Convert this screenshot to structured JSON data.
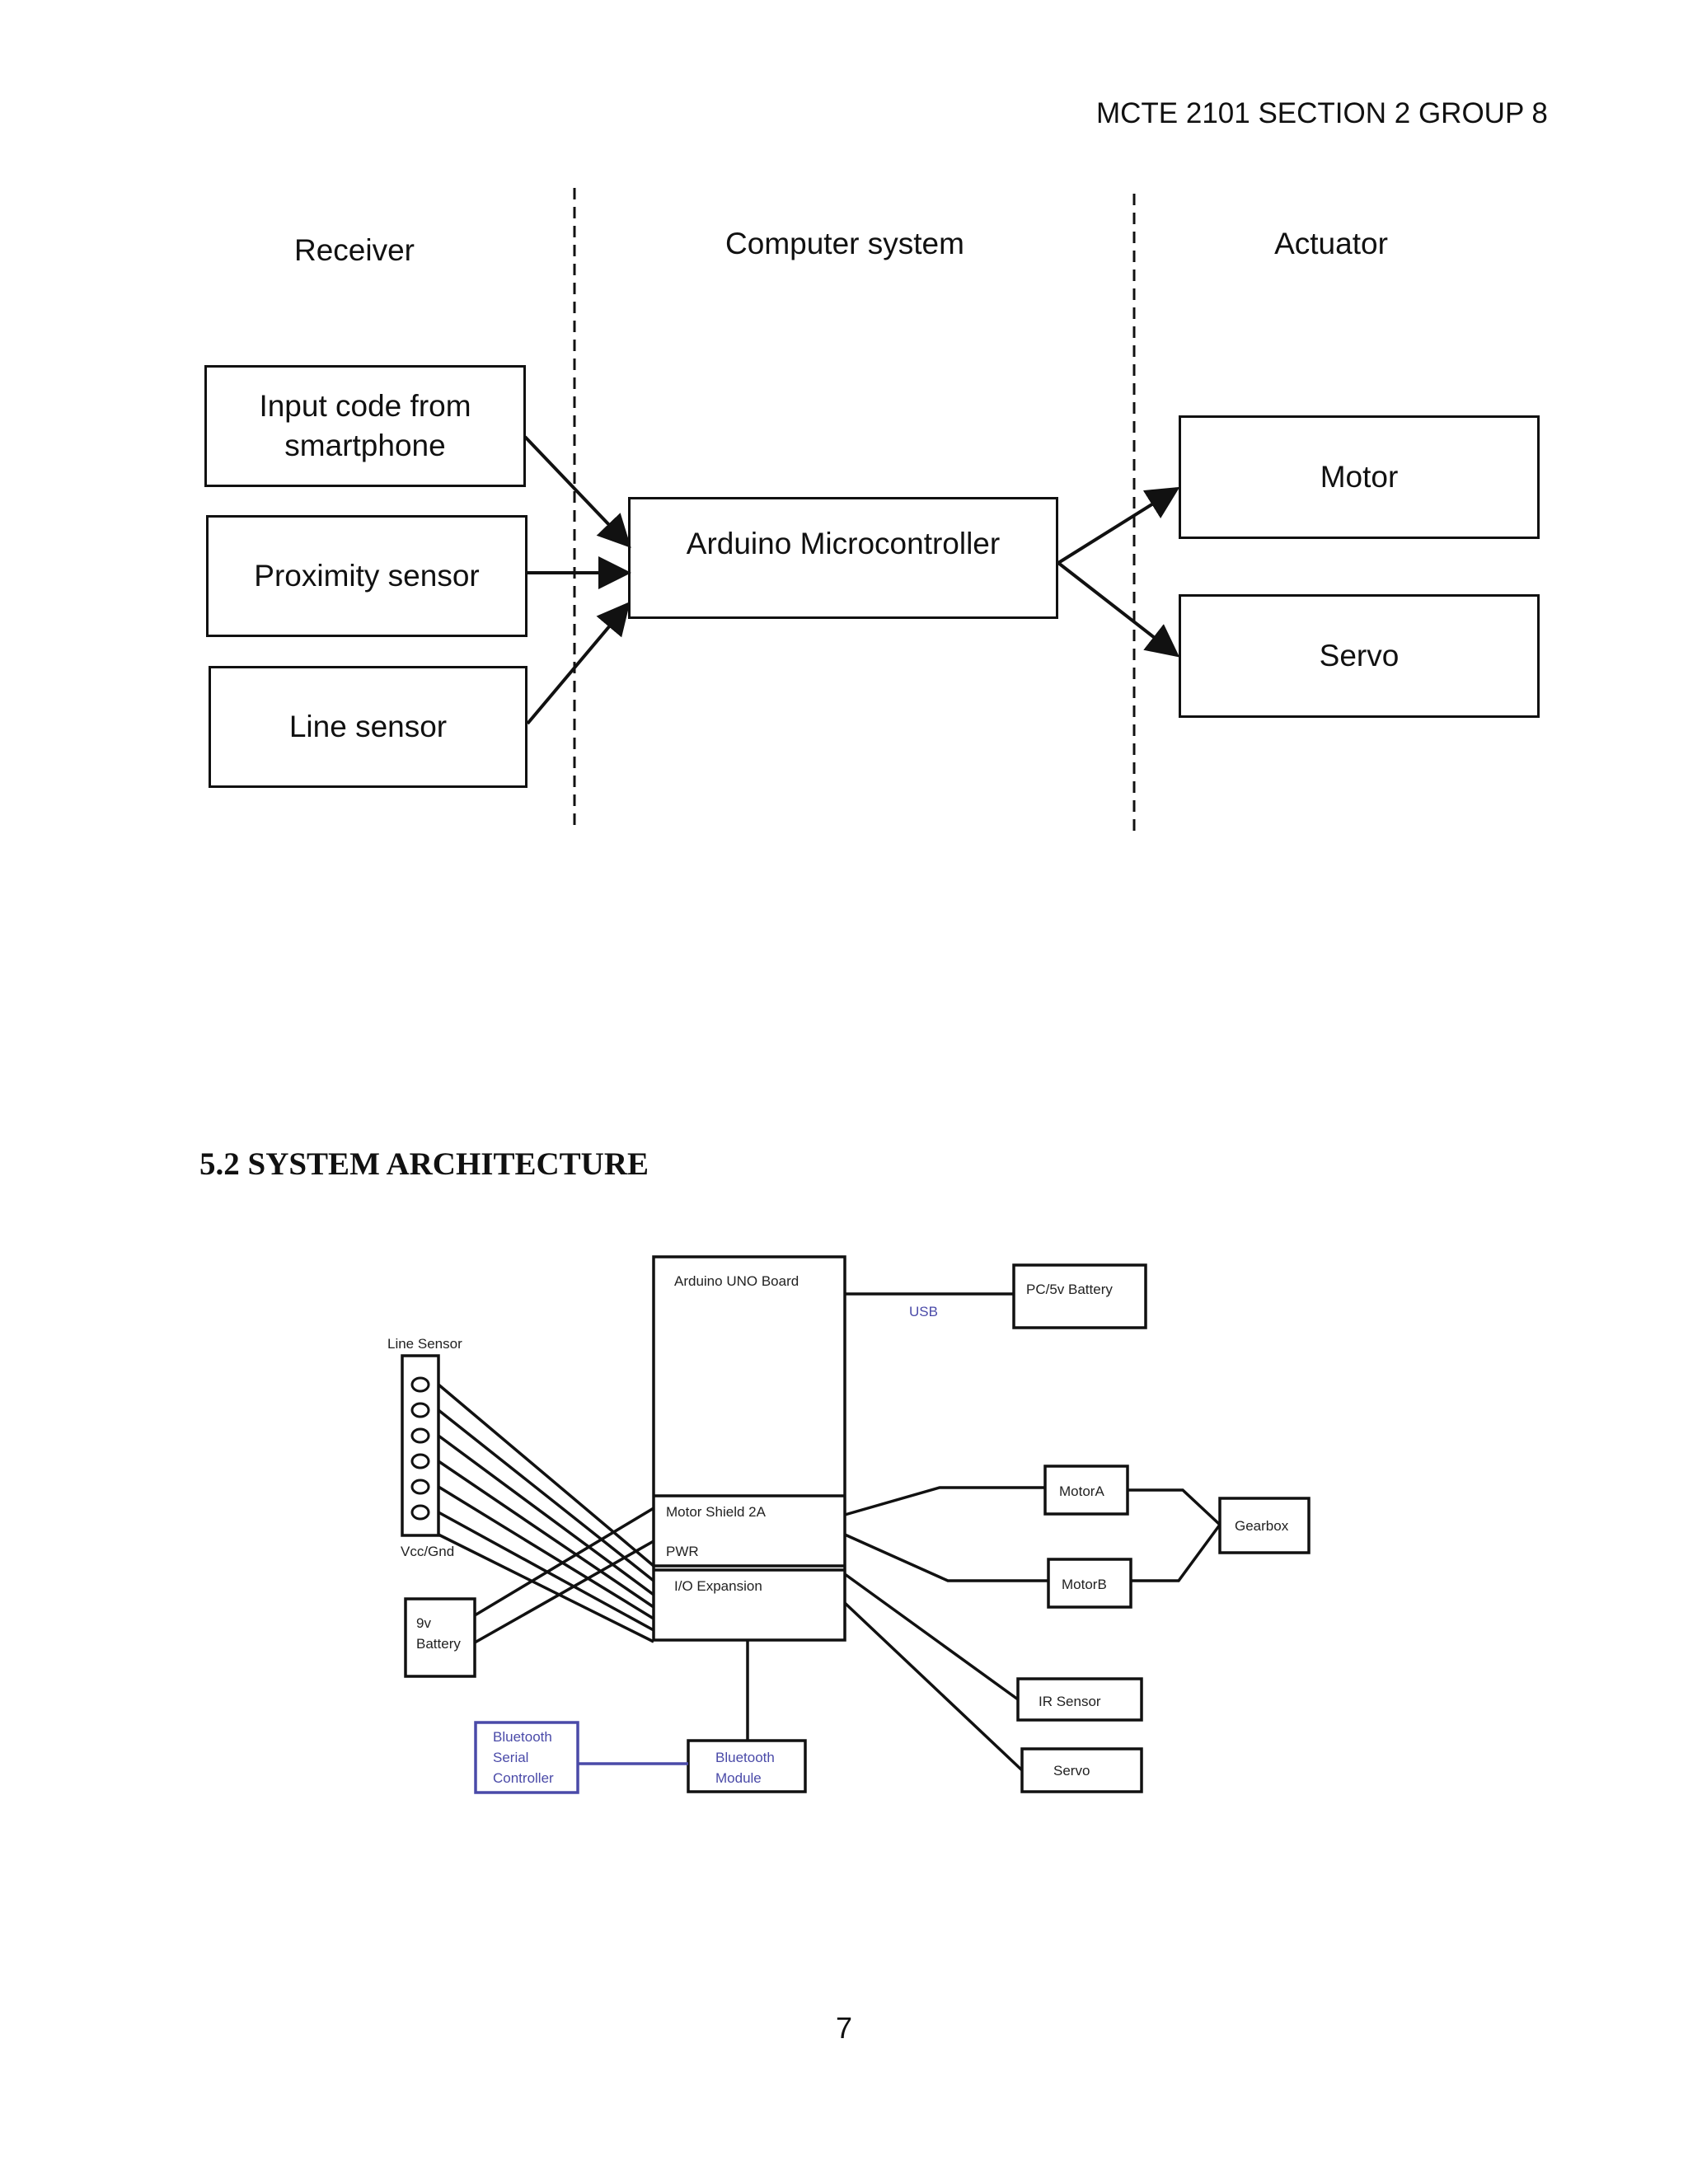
{
  "header": "MCTE 2101 SECTION 2 GROUP 8",
  "block_diagram": {
    "columns": [
      "Receiver",
      "Computer system",
      "Actuator"
    ],
    "inputs": [
      "Input code from smartphone",
      "Proximity sensor",
      "Line sensor"
    ],
    "controller": "Arduino Microcontroller",
    "outputs": [
      "Motor",
      "Servo"
    ]
  },
  "section_title": "5.2 SYSTEM  ARCHITECTURE",
  "architecture": {
    "arduino_board": "Arduino UNO Board",
    "motor_shield": "Motor Shield 2A",
    "pwr": "PWR",
    "io_expansion": "I/O Expansion",
    "usb": "USB",
    "pc_battery": "PC/5v Battery",
    "line_sensor": "Line Sensor",
    "vcc_gnd": "Vcc/Gnd",
    "battery_9v": [
      "9v",
      "Battery"
    ],
    "motor_a": "MotorA",
    "motor_b": "MotorB",
    "gearbox": "Gearbox",
    "ir_sensor": "IR Sensor",
    "servo": "Servo",
    "bt_module": [
      "Bluetooth",
      "Module"
    ],
    "bt_controller": [
      "Bluetooth",
      "Serial",
      "Controller"
    ],
    "accent_color": "#4a4aa8"
  },
  "page_number": "7"
}
